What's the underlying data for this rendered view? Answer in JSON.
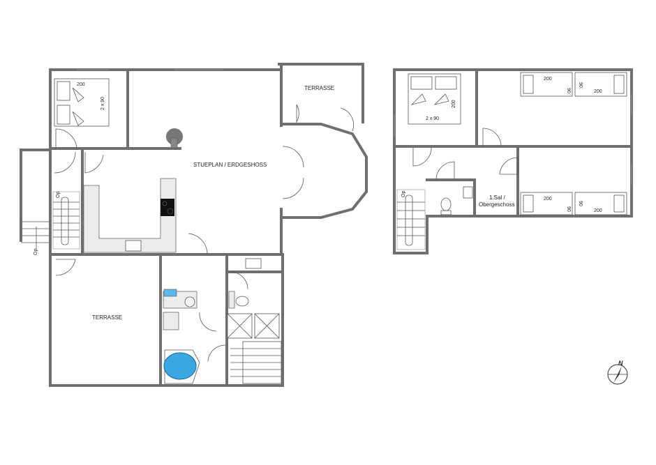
{
  "ground_floor": {
    "label": "STUEPLAN / ERDGESHOSS",
    "terrace_top_label": "TERRASSE",
    "terrace_bottom_label": "TERRASSE",
    "bedroom_bed": {
      "length": "200",
      "width": "2 x 90"
    },
    "stair_up": "Op",
    "stair_outdoor": "Op"
  },
  "upper_floor": {
    "label_line1": "1.Sal /",
    "label_line2": "Obergeschoss",
    "double_bed": {
      "length": "200",
      "width": "2 x 90"
    },
    "single_beds": [
      {
        "length": "200",
        "width": "90"
      },
      {
        "length": "200",
        "width": "90"
      },
      {
        "length": "200",
        "width": "90"
      },
      {
        "length": "200",
        "width": "90"
      }
    ],
    "stair_up": "Op"
  },
  "compass": {
    "label": "N"
  },
  "colors": {
    "wall": "#6f6f6f",
    "counter": "#ececec",
    "bathtub": "#3aa7e0"
  }
}
